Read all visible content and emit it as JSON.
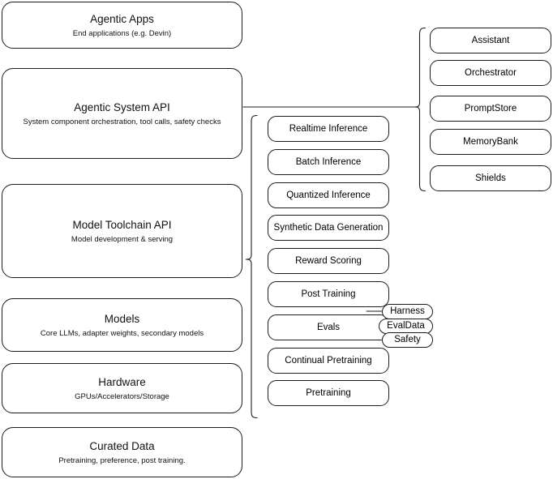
{
  "diagram": {
    "title": "AI stack layered architecture",
    "colors": {
      "stroke": "#1b1b1b",
      "fill": "#ffffff",
      "text": "#111111"
    },
    "layers": [
      {
        "name": "agentic-apps",
        "title": "Agentic Apps",
        "subtitle": "End applications (e.g. Devin)"
      },
      {
        "name": "agentic-system-api",
        "title": "Agentic System API",
        "subtitle": "System component orchestration, tool calls, safety checks"
      },
      {
        "name": "model-toolchain-api",
        "title": "Model Toolchain API",
        "subtitle": "Model development & serving"
      },
      {
        "name": "models",
        "title": "Models",
        "subtitle": "Core LLMs, adapter weights, secondary models"
      },
      {
        "name": "hardware",
        "title": "Hardware",
        "subtitle": "GPUs/Accelerators/Storage"
      },
      {
        "name": "curated-data",
        "title": "Curated Data",
        "subtitle": "Pretraining, preference, post training."
      }
    ],
    "toolchain_items": [
      {
        "name": "realtime-inference",
        "label": "Realtime Inference"
      },
      {
        "name": "batch-inference",
        "label": "Batch Inference"
      },
      {
        "name": "quantized-inference",
        "label": "Quantized Inference"
      },
      {
        "name": "synthetic-data-generation",
        "label": "Synthetic Data Generation"
      },
      {
        "name": "reward-scoring",
        "label": "Reward Scoring"
      },
      {
        "name": "post-training",
        "label": "Post Training"
      },
      {
        "name": "evals",
        "label": "Evals"
      },
      {
        "name": "continual-pretraining",
        "label": "Continual Pretraining"
      },
      {
        "name": "pretraining",
        "label": "Pretraining"
      }
    ],
    "system_items": [
      {
        "name": "assistant",
        "label": "Assistant"
      },
      {
        "name": "orchestrator",
        "label": "Orchestrator"
      },
      {
        "name": "promptstore",
        "label": "PromptStore"
      },
      {
        "name": "memorybank",
        "label": "MemoryBank"
      },
      {
        "name": "shields",
        "label": "Shields"
      }
    ],
    "eval_pills": [
      {
        "name": "harness",
        "label": "Harness"
      },
      {
        "name": "evaldata",
        "label": "EvalData"
      },
      {
        "name": "safety",
        "label": "Safety"
      }
    ]
  }
}
